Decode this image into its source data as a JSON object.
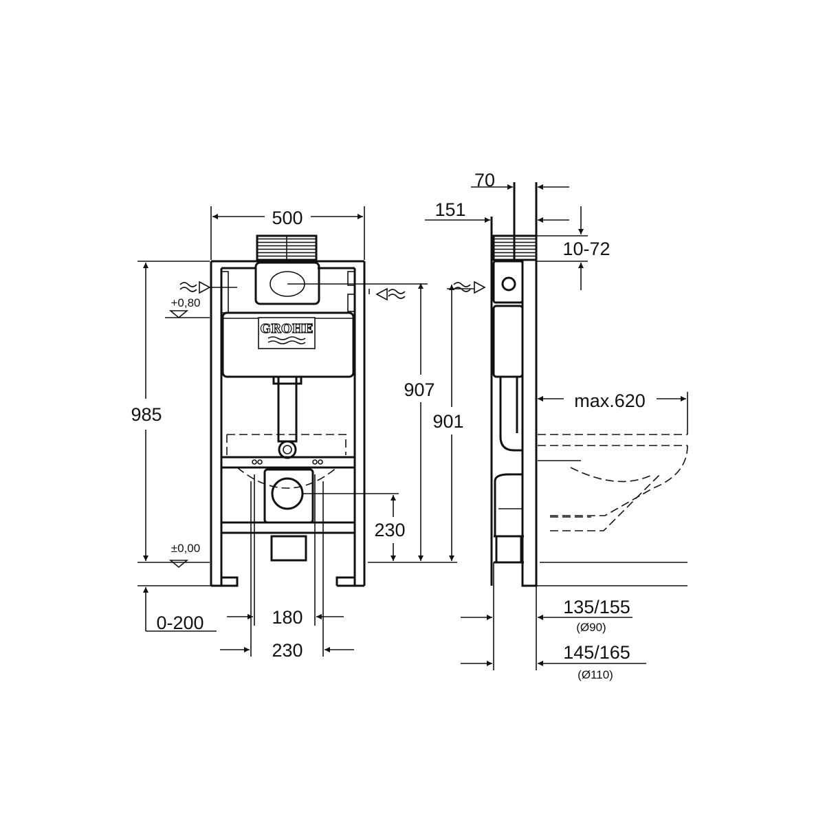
{
  "brand": "GROHE",
  "front_view": {
    "width": "500",
    "height_total": "985",
    "inlet_height_a": "907",
    "inlet_height_b": "901",
    "outlet_height": "230",
    "level_upper": "+0,80",
    "level_zero": "±0,00",
    "floor_range": "0-200",
    "bolt_spacing_inner": "180",
    "bolt_spacing_outer": "230"
  },
  "side_view": {
    "depth_frame": "70",
    "depth_plate": "151",
    "wall_thickness": "10-72",
    "bowl_projection": "max.620",
    "outlet_depth_90": "135/155",
    "outlet_diameter_90": "(Ø90)",
    "outlet_depth_110": "145/165",
    "outlet_diameter_110": "(Ø110)"
  }
}
